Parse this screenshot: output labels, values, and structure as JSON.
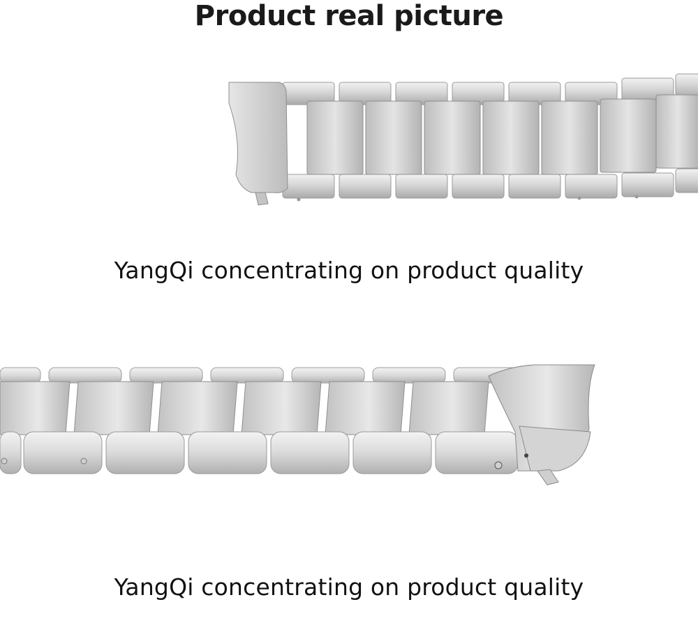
{
  "title": "Product real picture",
  "captions": [
    "YangQi concentrating on product quality",
    "YangQi concentrating on product quality"
  ],
  "colors": {
    "background": "#ffffff",
    "text": "#111111",
    "steel_light": "#eeeeee",
    "steel_mid": "#c9c9c9",
    "steel_dark": "#8f8f8f"
  }
}
